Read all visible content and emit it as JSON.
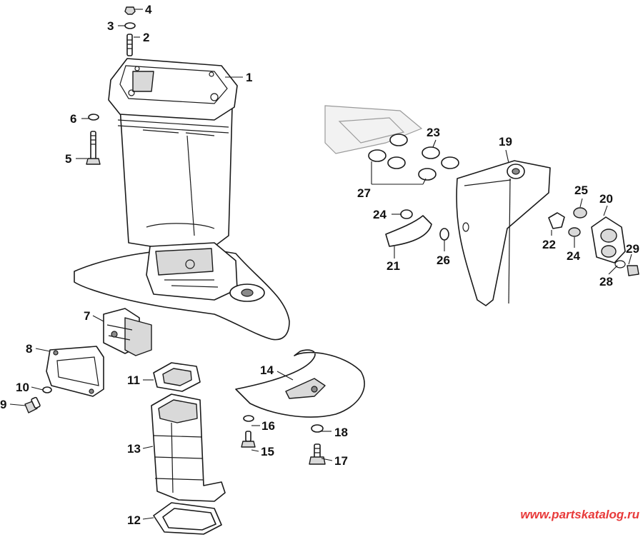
{
  "watermark": "www.partskatalog.ru",
  "colors": {
    "line": "#1a1a1a",
    "shade": "#d9d9d9",
    "watermark": "#e83a3a"
  },
  "callouts": {
    "c1": "1",
    "c2": "2",
    "c3": "3",
    "c4": "4",
    "c5": "5",
    "c6": "6",
    "c7": "7",
    "c8": "8",
    "c9": "9",
    "c10": "10",
    "c11": "11",
    "c12": "12",
    "c13": "13",
    "c14": "14",
    "c15": "15",
    "c16": "16",
    "c17": "17",
    "c18": "18",
    "c19": "19",
    "c20": "20",
    "c21": "21",
    "c22": "22",
    "c23": "23",
    "c24a": "24",
    "c24b": "24",
    "c25": "25",
    "c26": "26",
    "c27": "27",
    "c28": "28",
    "c29": "29"
  }
}
